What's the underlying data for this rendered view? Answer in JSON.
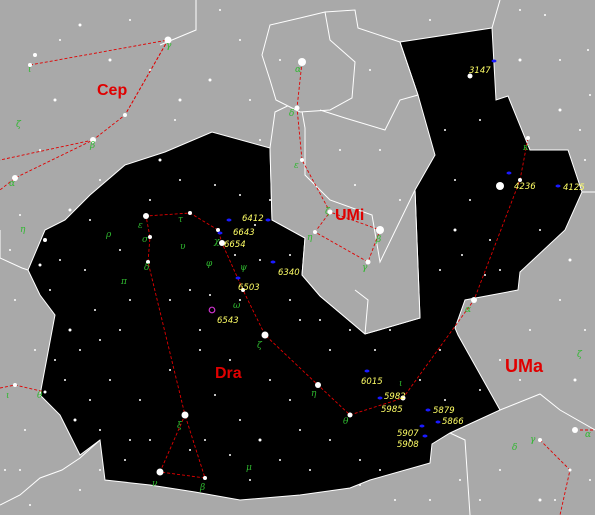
{
  "constellations": [
    {
      "id": "cep",
      "label": "Cep"
    },
    {
      "id": "umi",
      "label": "UMi"
    },
    {
      "id": "dra",
      "label": "Dra"
    },
    {
      "id": "uma",
      "label": "UMa"
    }
  ],
  "objects": [
    {
      "id": "ngc3147",
      "label": "3147",
      "kind": "galaxy"
    },
    {
      "id": "ngc4236",
      "label": "4236",
      "kind": "galaxy"
    },
    {
      "id": "ngc4125",
      "label": "4125",
      "kind": "galaxy"
    },
    {
      "id": "ngc6412",
      "label": "6412",
      "kind": "galaxy"
    },
    {
      "id": "ngc6643",
      "label": "6643",
      "kind": "galaxy"
    },
    {
      "id": "ngc6654",
      "label": "6654",
      "kind": "galaxy"
    },
    {
      "id": "ngc6340",
      "label": "6340",
      "kind": "galaxy"
    },
    {
      "id": "ngc6503",
      "label": "6503",
      "kind": "galaxy"
    },
    {
      "id": "ngc6543",
      "label": "6543",
      "kind": "planetary-nebula"
    },
    {
      "id": "ngc6015",
      "label": "6015",
      "kind": "galaxy"
    },
    {
      "id": "ngc5982",
      "label": "5982",
      "kind": "galaxy"
    },
    {
      "id": "ngc5985",
      "label": "5985",
      "kind": "galaxy"
    },
    {
      "id": "ngc5879",
      "label": "5879",
      "kind": "galaxy"
    },
    {
      "id": "ngc5866",
      "label": "5866",
      "kind": "galaxy"
    },
    {
      "id": "ngc5907",
      "label": "5907",
      "kind": "galaxy"
    },
    {
      "id": "ngc5908",
      "label": "5908",
      "kind": "galaxy"
    }
  ],
  "greek_letters": {
    "cep_iota": "ι",
    "cep_gamma": "γ",
    "cep_zeta": "ζ",
    "cep_beta": "β",
    "cep_alpha": "α",
    "cep_eta": "η",
    "umi_alpha": "α",
    "umi_delta": "δ",
    "umi_epsilon": "ε",
    "umi_zeta": "ζ",
    "umi_eta": "η",
    "umi_beta": "β",
    "umi_gamma": "γ",
    "dra_rho": "ρ",
    "dra_epsilon": "ε",
    "dra_tau": "τ",
    "dra_sigma": "σ",
    "dra_upsilon": "υ",
    "dra_chi": "χ",
    "dra_phi": "φ",
    "dra_delta": "δ",
    "dra_pi": "π",
    "dra_psi": "ψ",
    "dra_omega": "ω",
    "dra_zeta": "ζ",
    "dra_eta": "η",
    "dra_theta": "θ",
    "dra_xi": "ξ",
    "dra_nu": "ν",
    "dra_beta": "β",
    "dra_mu": "μ",
    "dra_iota": "ι",
    "dra_alpha": "α",
    "dra_kappa": "κ",
    "uma_zeta": "ζ",
    "uma_delta": "δ",
    "uma_gamma": "γ",
    "uma_alpha": "α",
    "her_iota": "ι",
    "her_theta": "θ"
  },
  "colors": {
    "background": "#a9a9a9",
    "highlight_region": "#000000",
    "boundary": "#ffffff",
    "constellation_line": "#e00000",
    "constellation_label": "#e00000",
    "object_label": "#ffff66",
    "greek_label": "#2fb82f",
    "galaxy_marker": "#1a1aff",
    "nebula_marker": "#cc33cc",
    "star": "#ffffff"
  }
}
